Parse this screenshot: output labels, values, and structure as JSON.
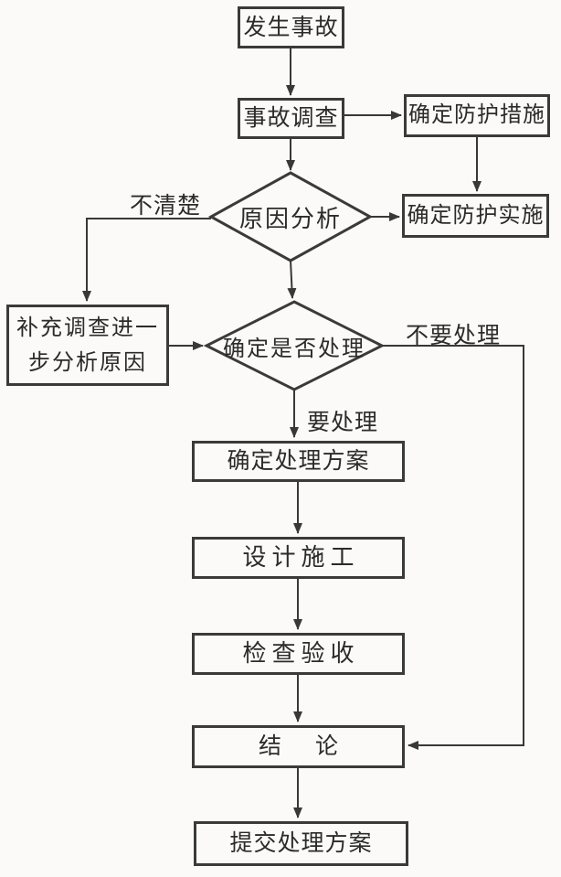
{
  "flowchart": {
    "colors": {
      "line": "#383838",
      "node_fill": "#fbfaf8",
      "background": "#fbfaf8",
      "text": "#2b2b2b"
    },
    "nodes": [
      {
        "id": "accident-occurs",
        "type": "process",
        "label": "发生事故"
      },
      {
        "id": "accident-investigation",
        "type": "process",
        "label": "事故调查"
      },
      {
        "id": "protective-measures",
        "type": "process",
        "label": "确定防护措施"
      },
      {
        "id": "protection-implementation",
        "type": "process",
        "label": "确定防护实施"
      },
      {
        "id": "cause-analysis",
        "type": "decision",
        "label": "原因分析"
      },
      {
        "id": "supplementary-investigation",
        "type": "process",
        "label": "补充调查进一步分析原因"
      },
      {
        "id": "decide-whether-to-handle",
        "type": "decision",
        "label": "确定是否处理"
      },
      {
        "id": "determine-handling-plan",
        "type": "process",
        "label": "确定处理方案"
      },
      {
        "id": "design-construction",
        "type": "process",
        "label": "设计施工"
      },
      {
        "id": "inspection-acceptance",
        "type": "process",
        "label": "检查验收"
      },
      {
        "id": "conclusion",
        "type": "process",
        "label": "结　论"
      },
      {
        "id": "submit-handling-plan",
        "type": "process",
        "label": "提交处理方案"
      }
    ],
    "edge_labels": {
      "unclear": "不清楚",
      "needs_handling": "要处理",
      "no_handling": "不要处理"
    },
    "edges": [
      {
        "from": "accident-occurs",
        "to": "accident-investigation"
      },
      {
        "from": "accident-investigation",
        "to": "protective-measures"
      },
      {
        "from": "accident-investigation",
        "to": "cause-analysis"
      },
      {
        "from": "protective-measures",
        "to": "protection-implementation"
      },
      {
        "from": "cause-analysis",
        "to": "protection-implementation"
      },
      {
        "from": "cause-analysis",
        "to": "supplementary-investigation",
        "label": "不清楚"
      },
      {
        "from": "supplementary-investigation",
        "to": "decide-whether-to-handle"
      },
      {
        "from": "cause-analysis",
        "to": "decide-whether-to-handle"
      },
      {
        "from": "decide-whether-to-handle",
        "to": "determine-handling-plan",
        "label": "要处理"
      },
      {
        "from": "decide-whether-to-handle",
        "to": "conclusion",
        "label": "不要处理"
      },
      {
        "from": "determine-handling-plan",
        "to": "design-construction"
      },
      {
        "from": "design-construction",
        "to": "inspection-acceptance"
      },
      {
        "from": "inspection-acceptance",
        "to": "conclusion"
      },
      {
        "from": "conclusion",
        "to": "submit-handling-plan"
      }
    ]
  }
}
